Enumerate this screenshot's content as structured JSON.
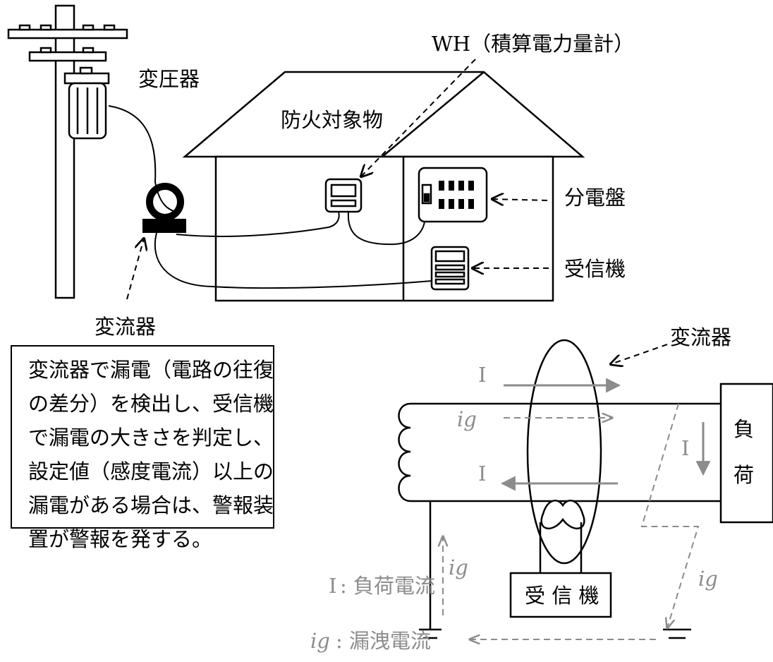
{
  "labels": {
    "transformer": "変圧器",
    "building": "防火対象物",
    "wh_meter": "WH（積算電力量計）",
    "distribution_board": "分電盤",
    "receiver": "受信機",
    "ct_top": "変流器",
    "ct_bottom": "変流器",
    "current_I_top": "I",
    "current_ig_top": "ig",
    "current_I_right": "I",
    "current_I_bottom": "I",
    "load_1": "負",
    "load_2": "荷",
    "receiver_box": "受 信 機",
    "ig_left": "ig",
    "ig_right": "ig"
  },
  "legend": {
    "I_symbol": "I",
    "I_desc": " : 負荷電流",
    "ig_symbol": "ig",
    "ig_desc": " : 漏洩電流"
  },
  "description": "変流器で漏電（電路の往復の差分）を検出し、受信機で漏電の大きさを判定し、設定値（感度電流）以上の漏電がある場合は、警報装置が警報を発する。",
  "colors": {
    "line": "#000000",
    "current": "#8c8c8c"
  }
}
